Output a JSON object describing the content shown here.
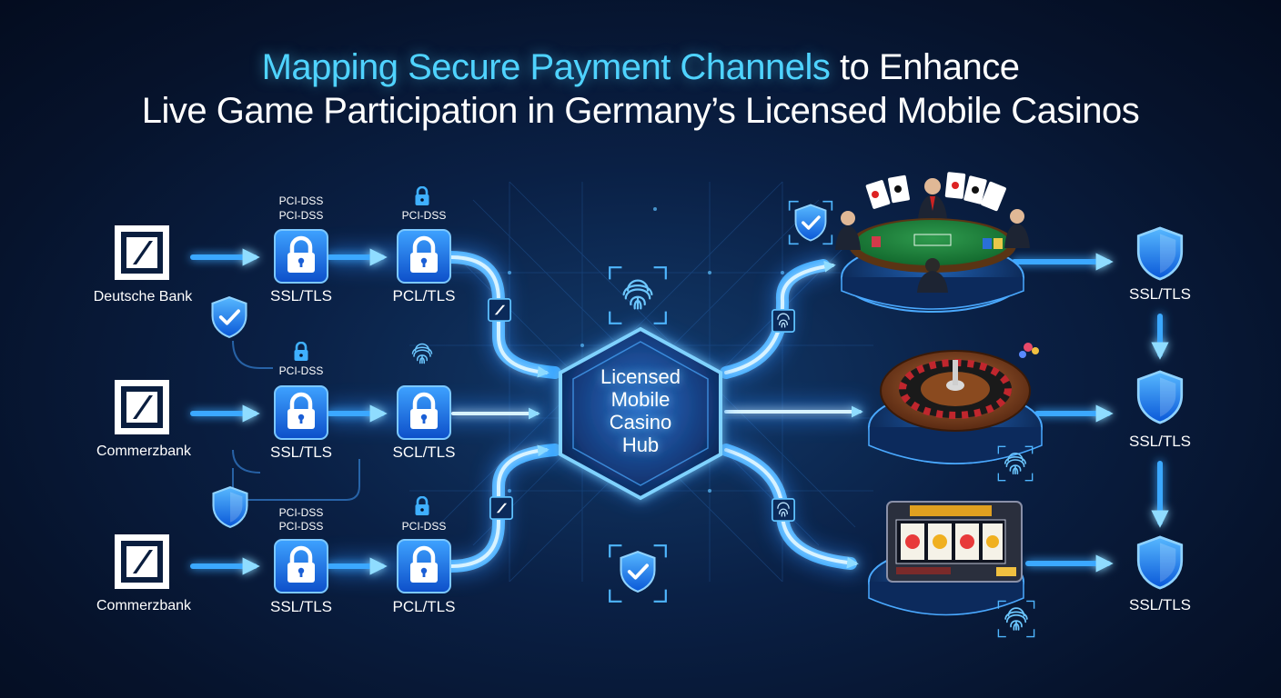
{
  "title": {
    "highlight": "Mapping Secure Payment Channels",
    "rest_line1": " to Enhance",
    "line2": "Live Game Participation in Germany’s Licensed Mobile Casinos"
  },
  "banks": [
    {
      "name": "Deutsche Bank"
    },
    {
      "name": "Commerzbank"
    },
    {
      "name": "Commerzbank"
    }
  ],
  "channels": [
    {
      "stage1_top": [
        "PCI-DSS",
        "PCI-DSS"
      ],
      "stage1_label": "SSL/TLS",
      "stage2_top": [
        "PCI-DSS"
      ],
      "stage2_label": "PCL/TLS"
    },
    {
      "stage1_top": [
        "PCI-DSS"
      ],
      "stage1_label": "SSL/TLS",
      "stage2_top": [],
      "stage2_label": "SCL/TLS"
    },
    {
      "stage1_top": [
        "PCI-DSS",
        "PCI-DSS"
      ],
      "stage1_label": "SSL/TLS",
      "stage2_top": [
        "PCI-DSS"
      ],
      "stage2_label": "PCL/TLS"
    }
  ],
  "hub": {
    "lines": [
      "Licensed",
      "Mobile",
      "Casino",
      "Hub"
    ]
  },
  "outputs": [
    {
      "label": "SSL/TLS"
    },
    {
      "label": "SSL/TLS"
    },
    {
      "label": "SSL/TLS"
    }
  ],
  "colors": {
    "accent": "#4fd3ff",
    "flow": "#3aa8ff",
    "flow_core": "#d8f3ff",
    "background": "#06132c",
    "shield": "#1e88ff"
  },
  "icons": [
    "bank-logo-icon",
    "lock-icon",
    "fingerprint-icon",
    "shield-check-icon",
    "shield-icon",
    "poker-table-icon",
    "roulette-wheel-icon",
    "slot-machine-icon"
  ]
}
